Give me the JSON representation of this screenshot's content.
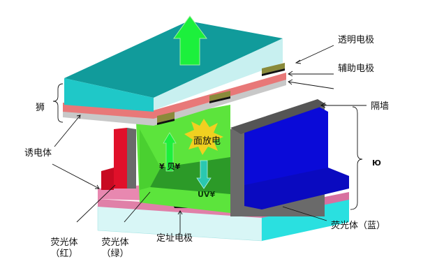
{
  "labels": {
    "transparent_electrode": "透明电极",
    "auxiliary_electrode": "辅助电极",
    "barrier_rib": "隔墙",
    "front_substrate": "狮",
    "dielectric": "诱电体",
    "surface_discharge": "面放电",
    "visible_light": "¥ 贝¥",
    "uv_light": "UV¥",
    "cell": "Ю",
    "phosphor_red_line1": "荧光体",
    "phosphor_red_line2": "（红）",
    "phosphor_green_line1": "荧光体",
    "phosphor_green_line2": "（绿）",
    "address_electrode": "定址电极",
    "phosphor_blue": "荧光体（蓝）"
  },
  "colors": {
    "front_glass_top": "#119b9b",
    "front_glass_front": "#1fc8c8",
    "front_glass_side": "#c8f0f0",
    "dielectric_pink": "#e87878",
    "protective_gray": "#c8c8c8",
    "electrode_gold": "#8a8a3a",
    "phosphor_red": "#e0102a",
    "phosphor_green": "#5ce43c",
    "phosphor_green_dark": "#2c9a28",
    "phosphor_blue": "#0a0ad8",
    "barrier_gray": "#6a6a6a",
    "rear_dielectric_pink": "#e888b0",
    "rear_glass": "#2ae0e0",
    "visible_arrow": "#1cf03c",
    "uv_arrow": "#2ac8b0",
    "discharge_star": "#f0d020"
  }
}
